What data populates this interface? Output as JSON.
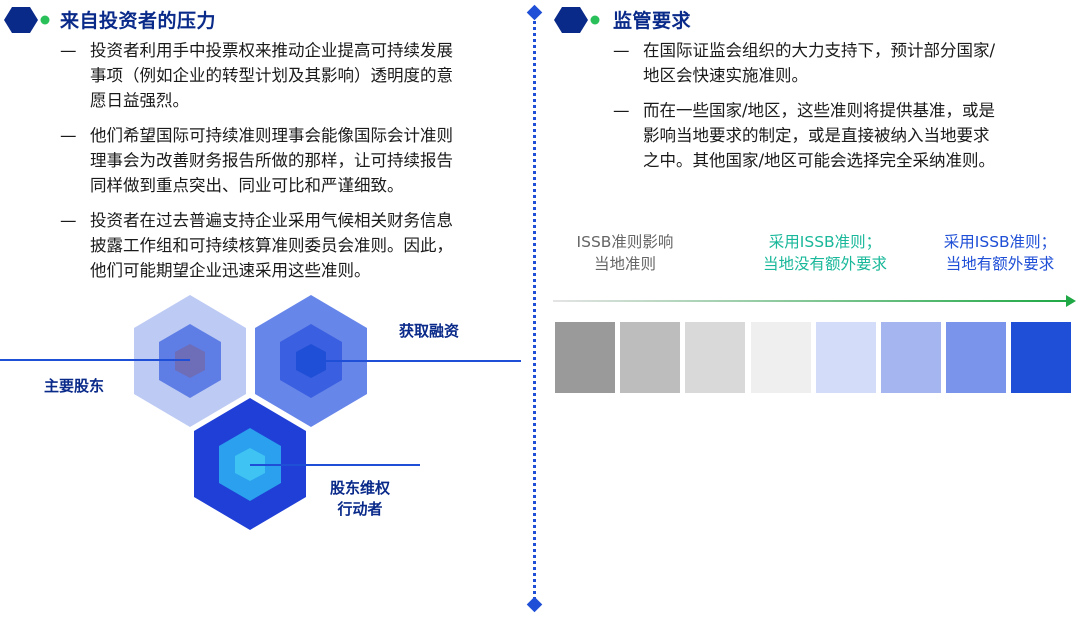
{
  "left": {
    "title": "来自投资者的压力",
    "bullets": [
      [
        "投资者利用手中投票权来推动企业提高可持续发展",
        "事项（例如企业的转型计划及其影响）透明度的意",
        "愿日益强烈。"
      ],
      [
        "他们希望国际可持续准则理事会能像国际会计准则",
        "理事会为改善财务报告所做的那样，让可持续报告",
        "同样做到重点突出、同业可比和严谨细致。"
      ],
      [
        "投资者在过去普遍支持企业采用气候相关财务信息",
        "披露工作组和可持续核算准则委员会准则。因此，",
        "他们可能期望企业迅速采用这些准则。"
      ]
    ],
    "dash": "—",
    "hex_labels": {
      "main_shareholder": "主要股东",
      "financing": "获取融资",
      "activist": [
        "股东维权",
        "行动者"
      ]
    }
  },
  "right": {
    "title": "监管要求",
    "bullets": [
      [
        "在国际证监会组织的大力支持下，预计部分国家/",
        "地区会快速实施准则。"
      ],
      [
        "而在一些国家/地区，这些准则将提供基准，或是",
        "影响当地要求的制定，或是直接被纳入当地要求",
        "之中。其他国家/地区可能会选择完全采纳准则。"
      ]
    ],
    "scale_labels": [
      {
        "lines": [
          "ISSB准则影响",
          "当地准则"
        ],
        "color": "#666666"
      },
      {
        "lines": [
          "采用ISSB准则；",
          "当地没有额外要求"
        ],
        "color": "#19b89a"
      },
      {
        "lines": [
          "采用ISSB准则；",
          "当地有额外要求"
        ],
        "color": "#1f4fd6"
      }
    ],
    "swatch_colors": [
      "#9a9a9a",
      "#bdbdbd",
      "#d9d9d9",
      "#efefef",
      "#d3dcf8",
      "#a4b5f0",
      "#7a94ec",
      "#1f4fd6"
    ]
  },
  "colors": {
    "accent": "#1f4fd6",
    "navy": "#0a2a8a",
    "green": "#29c05a"
  }
}
